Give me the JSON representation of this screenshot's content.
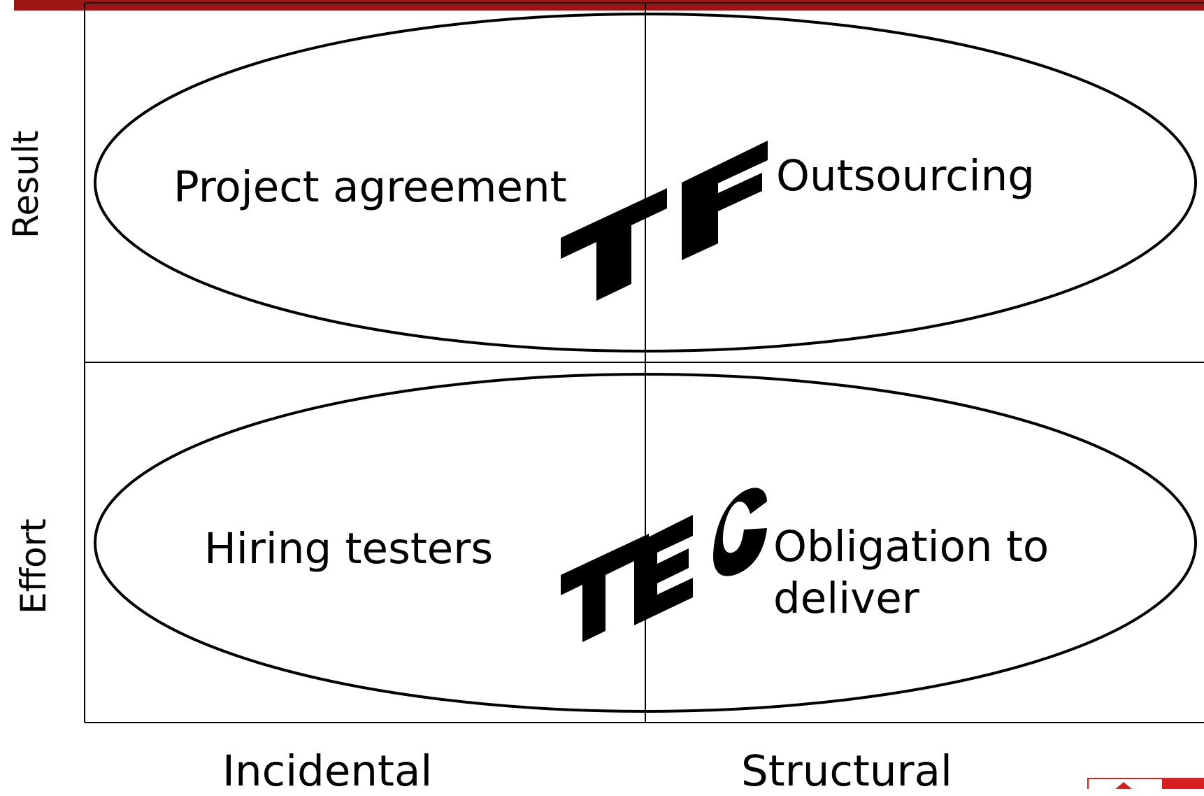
{
  "rows": [
    {
      "label": "Result",
      "left": "Project agreement",
      "right": "Outsourcing",
      "logo": "TF"
    },
    {
      "label": "Effort",
      "left": "Hiring testers",
      "right_lines": [
        "Obligation to",
        "deliver"
      ],
      "logo": "TEC"
    }
  ],
  "columns": [
    "Incidental",
    "Structural"
  ],
  "colors": {
    "accent_bar": "#9b1515",
    "logo_red": "#d92020",
    "line": "#000000"
  }
}
